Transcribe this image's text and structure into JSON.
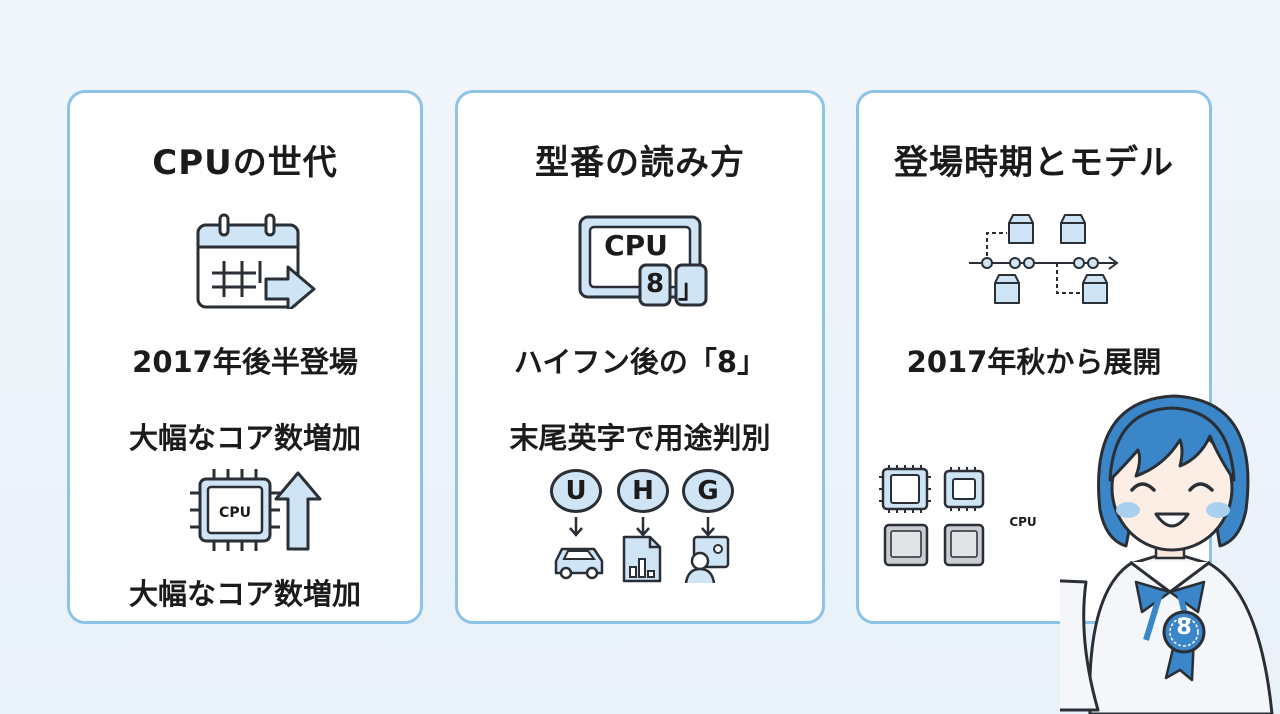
{
  "cards": [
    {
      "title": "CPUの世代",
      "line1": "2017年後半登場",
      "line2": "大幅なコア数増加",
      "line3": "大幅なコア数増加",
      "chip_label": "CPU"
    },
    {
      "title": "型番の読み方",
      "line1": "ハイフン後の「8」",
      "line2": "末尾英字で用途判別",
      "chip_label": "CPU",
      "chip_digit": "8",
      "chip_bracket": "」",
      "letters": [
        "U",
        "H",
        "G"
      ]
    },
    {
      "title": "登場時期とモデル",
      "line1": "2017年秋から展開"
    }
  ],
  "character": {
    "held_chip_label": "CPU",
    "badge": "8"
  },
  "colors": {
    "accent": "#3a86c8",
    "light_fill": "#cfe4f5",
    "card_border": "#8cc3e6",
    "stroke": "#2a2f36"
  }
}
